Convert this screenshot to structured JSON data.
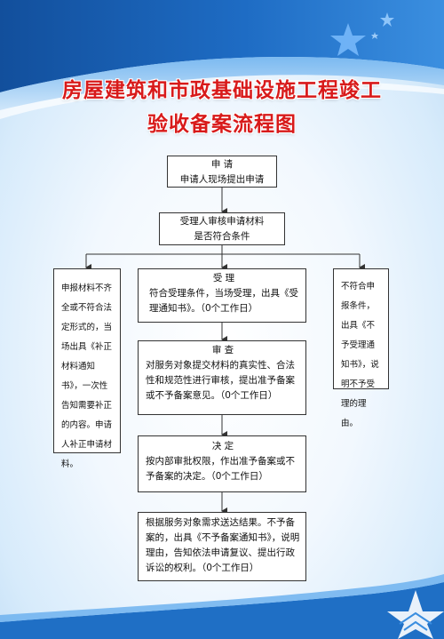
{
  "title": {
    "line1": "房屋建筑和市政基础设施工程竣工",
    "line2": "验收备案流程图"
  },
  "colors": {
    "title": "#d81a1a",
    "banner_dark": "#1c5fb3",
    "banner_light": "#4a95e0",
    "box_border": "#333333"
  },
  "nodes": {
    "apply": {
      "heading": "申 请",
      "body": "申请人现场提出申请"
    },
    "review_material": {
      "heading": "受理人审核申请材料",
      "body": "是否符合条件"
    },
    "accept": {
      "heading": "受 理",
      "body": "符合受理条件，当场受理，出具《受理通知书》。（0个工作日）"
    },
    "incomplete": {
      "body": "申报材料不齐全或不符合法定形式的，当场出具《补正材料通知书》，一次性告知需要补正的内容。申请人补正申请材料。"
    },
    "reject": {
      "body": "不符合申报条件，出具《不予受理通知书》，说明不予受理的理由。"
    },
    "examine": {
      "heading": "审 查",
      "body": "对服务对象提交材料的真实性、合法性和规范性进行审核，提出准予备案或不予备案意见。（0个工作日）"
    },
    "decide": {
      "heading": "决 定",
      "body": "按内部审批权限，作出准予备案或不予备案的决定。（0个工作日）"
    },
    "deliver": {
      "body": "根据服务对象需求送达结果。不予备案的，出具《不予备案通知书》，说明理由，告知依法申请复议、提出行政诉讼的权利。（0个工作日）"
    }
  }
}
